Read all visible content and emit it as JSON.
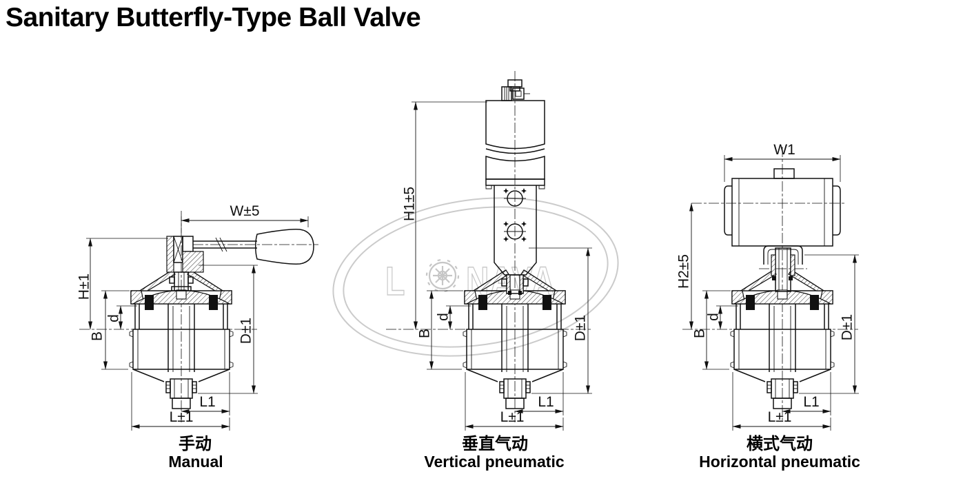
{
  "page": {
    "title": "Sanitary Butterfly-Type Ball Valve"
  },
  "watermark": {
    "text": "LONAVA",
    "part_l": "L",
    "part_rest": "NAVA"
  },
  "colors": {
    "line": "#111111",
    "watermark": "#c9c9c9",
    "background": "#ffffff"
  },
  "valves": [
    {
      "caption_zh": "手动",
      "caption_en": "Manual",
      "dims": {
        "w": "W±5",
        "h": "H±1",
        "d": "d",
        "b": "B",
        "dia": "D±1",
        "l1": "L1",
        "l": "L±1"
      }
    },
    {
      "caption_zh": "垂直气动",
      "caption_en": "Vertical pneumatic",
      "dims": {
        "h": "H1±5",
        "d": "d",
        "b": "B",
        "dia": "D±1",
        "l1": "L1",
        "l": "L±1"
      }
    },
    {
      "caption_zh": "横式气动",
      "caption_en": "Horizontal pneumatic",
      "dims": {
        "w": "W1",
        "h": "H2±5",
        "d": "d",
        "b": "B",
        "dia": "D±1",
        "l1": "L1",
        "l": "L±1"
      }
    }
  ]
}
